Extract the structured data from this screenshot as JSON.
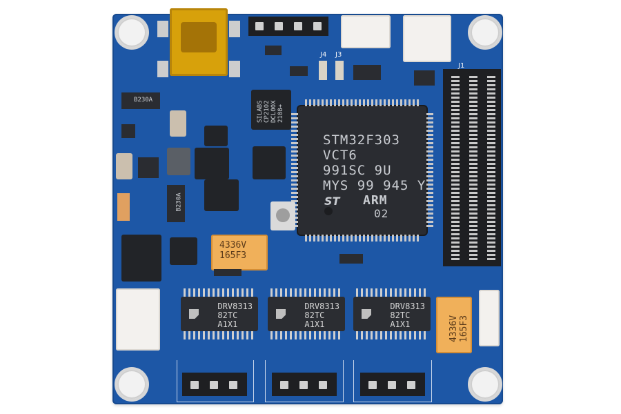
{
  "pcb": {
    "mcu": {
      "line1": "STM32F303",
      "line2": "VCT6",
      "line3": "991SC 9U",
      "line4": "MYS 99 945 Y",
      "logo_arm": "ARM",
      "code": "02"
    },
    "drivers": [
      {
        "text": "DRV8313\n82TC\nA1X1"
      },
      {
        "text": "DRV8313\n82TC\nA1X1"
      },
      {
        "text": "DRV8313\n82TC\nA1X1"
      }
    ],
    "capacitors": [
      {
        "text": "4336V\n165F3"
      },
      {
        "text": "4336V\n165F3"
      }
    ],
    "labels": {
      "j1": "J1",
      "j3": "J3",
      "j4": "J4"
    },
    "ic_small": {
      "silabs": "SILABS\nCP2102\nDCL00X\n2108+",
      "b230a_1": "B230A",
      "b230a_2": "B230A"
    }
  }
}
